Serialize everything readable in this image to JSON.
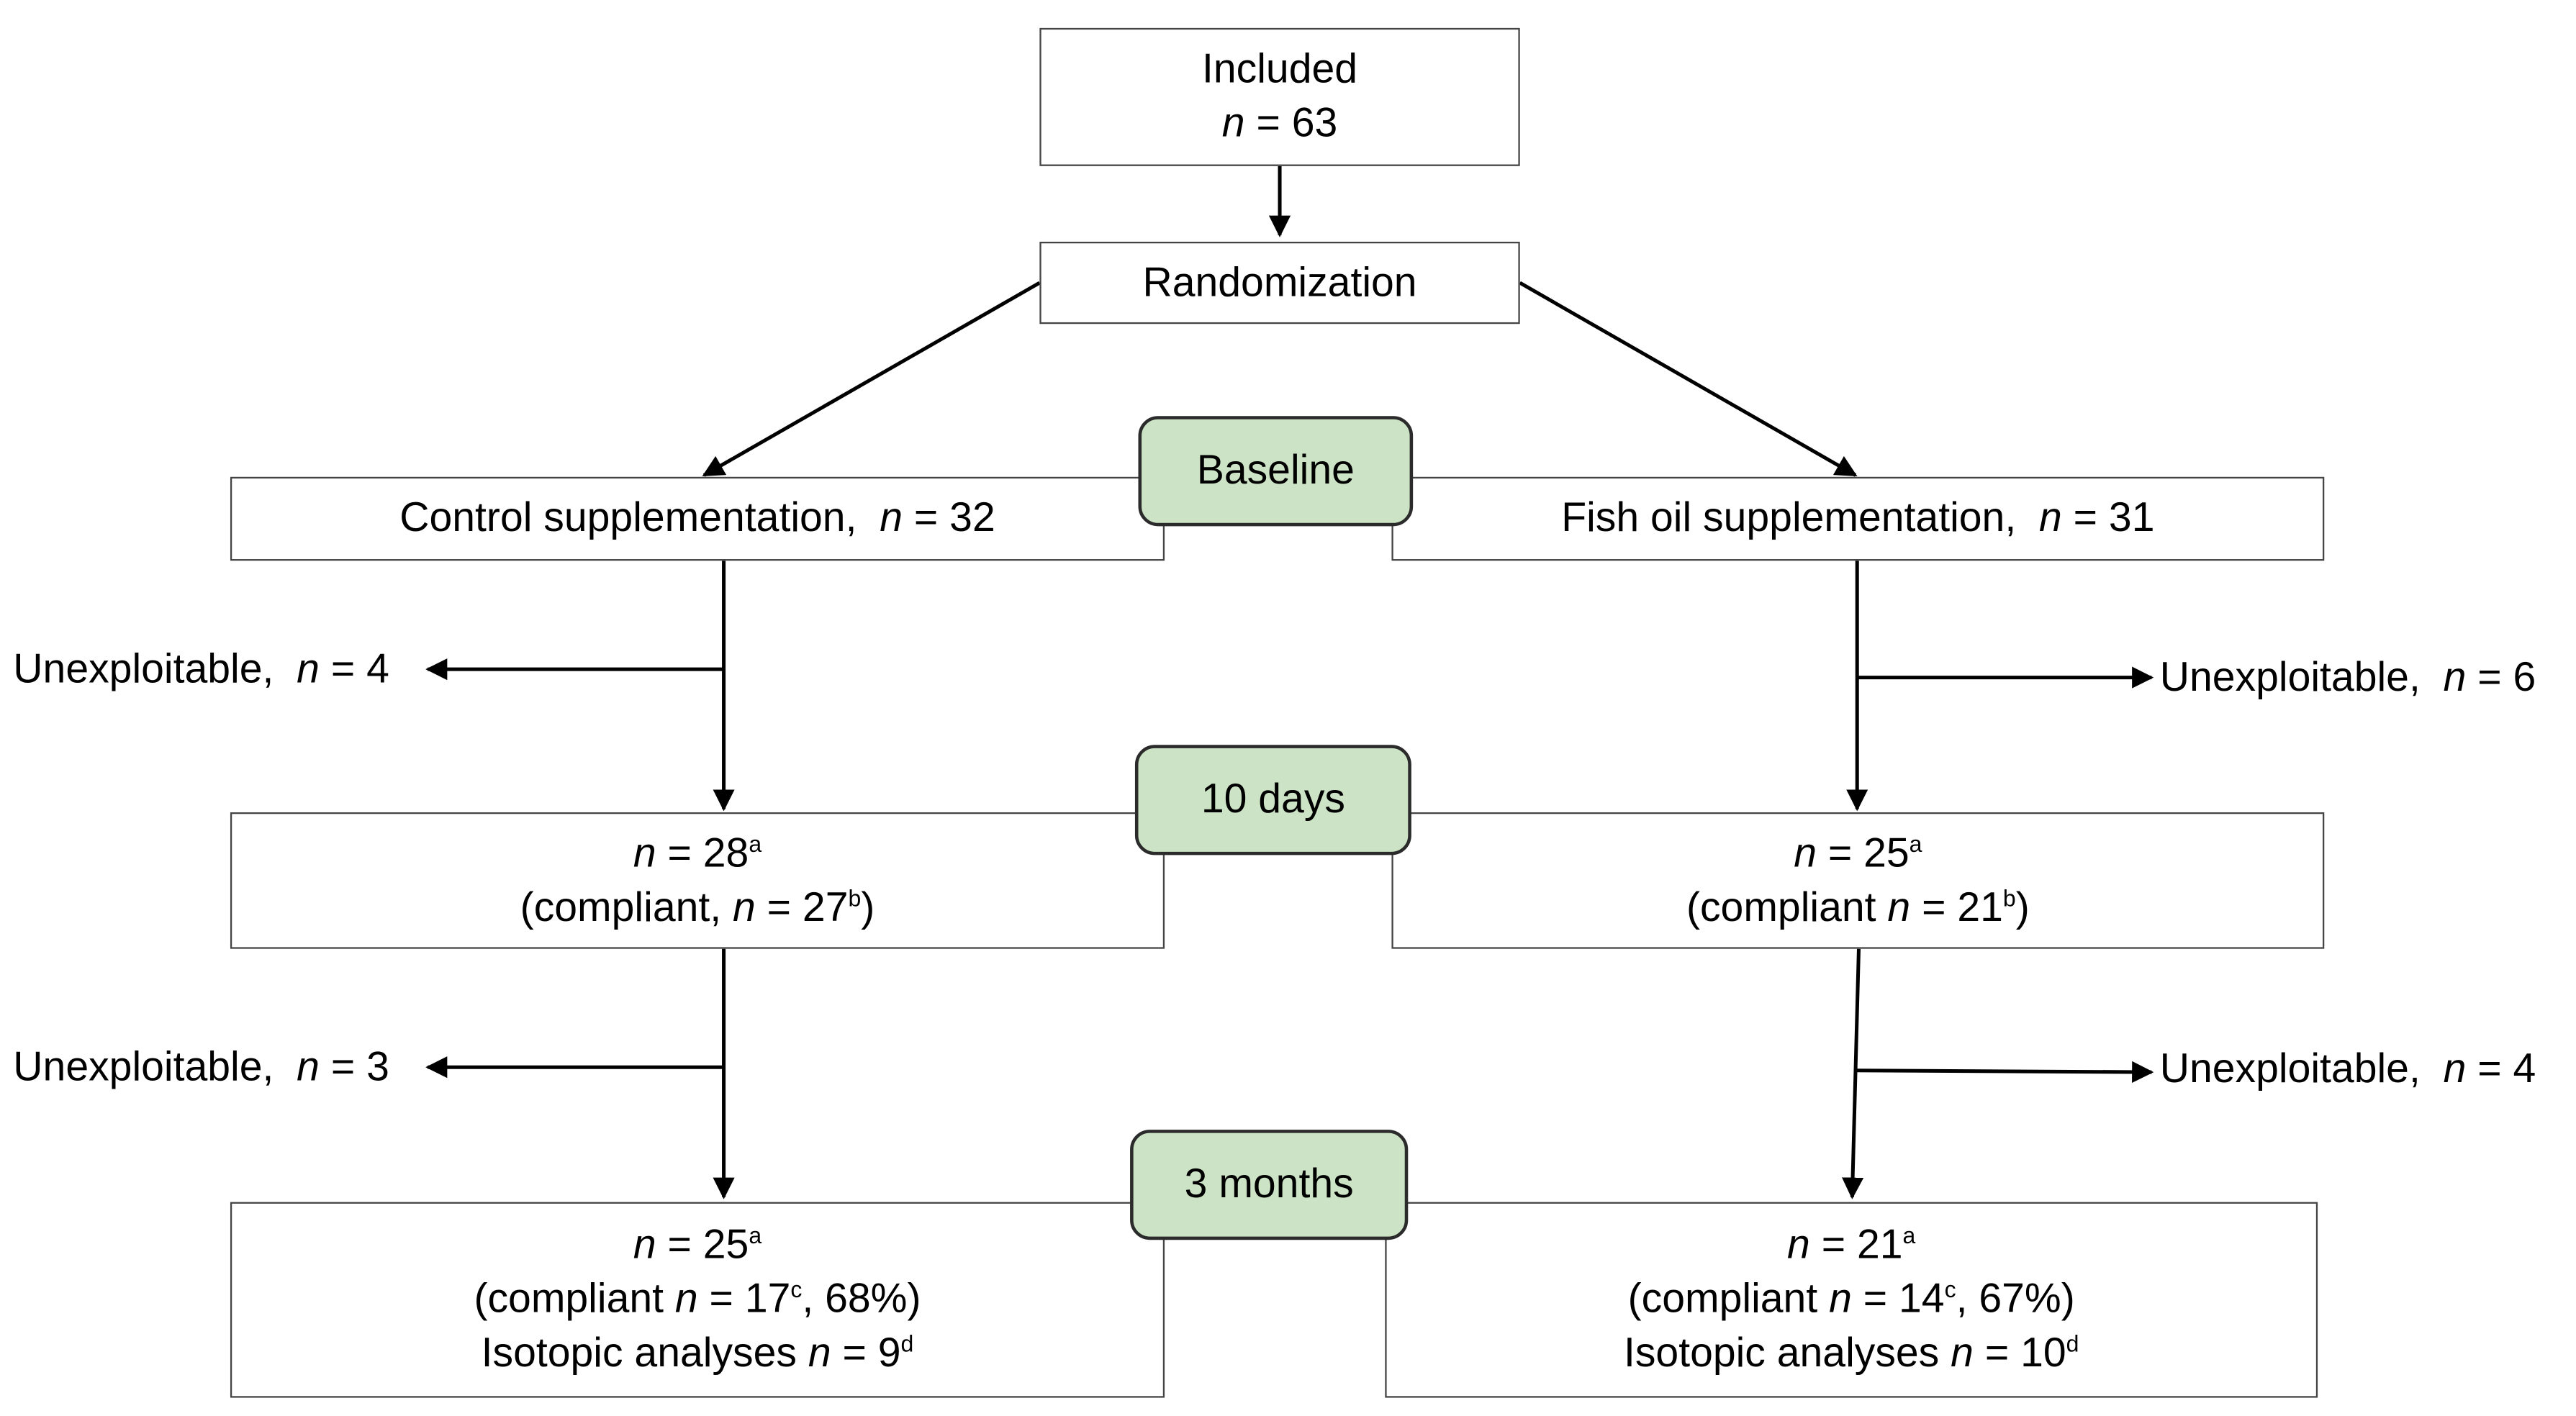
{
  "included": {
    "label": "Included",
    "n": "63"
  },
  "randomization": {
    "label": "Randomization"
  },
  "stages": {
    "baseline": "Baseline",
    "day10": "10 days",
    "month3": "3 months"
  },
  "n_symbol": "n",
  "eq": " = ",
  "control": {
    "supplementation": "Control supplementation,",
    "n": "32",
    "dropout1": {
      "label": "Unexploitable,",
      "n": "4"
    },
    "day10": {
      "n": "28",
      "sup_n": "a",
      "compliant_prefix": "(compliant,",
      "compliant_n": "27",
      "compliant_sup": "b",
      "suffix": ")"
    },
    "dropout2": {
      "label": "Unexploitable,",
      "n": "3"
    },
    "month3": {
      "n": "25",
      "sup_n": "a",
      "compliant_prefix": "(compliant",
      "compliant_n": "17",
      "compliant_sup": "c",
      "pct": ", 68%)",
      "isotopic_label": "Isotopic analyses",
      "isotopic_n": "9",
      "isotopic_sup": "d"
    }
  },
  "fishoil": {
    "supplementation": "Fish oil supplementation,",
    "n": "31",
    "dropout1": {
      "label": "Unexploitable,",
      "n": "6"
    },
    "day10": {
      "n": "25",
      "sup_n": "a",
      "compliant_prefix": "(compliant",
      "compliant_n": "21",
      "compliant_sup": "b",
      "suffix": ")"
    },
    "dropout2": {
      "label": "Unexploitable,",
      "n": "4"
    },
    "month3": {
      "n": "21",
      "sup_n": "a",
      "compliant_prefix": "(compliant",
      "compliant_n": "14",
      "compliant_sup": "c",
      "pct": ", 67%)",
      "isotopic_label": "Isotopic analyses",
      "isotopic_n": "10",
      "isotopic_sup": "d"
    }
  },
  "colors": {
    "stage_fill": "#cce4c5",
    "stage_border": "#2b2b2b",
    "box_border": "#444444",
    "arrow": "#000000"
  }
}
